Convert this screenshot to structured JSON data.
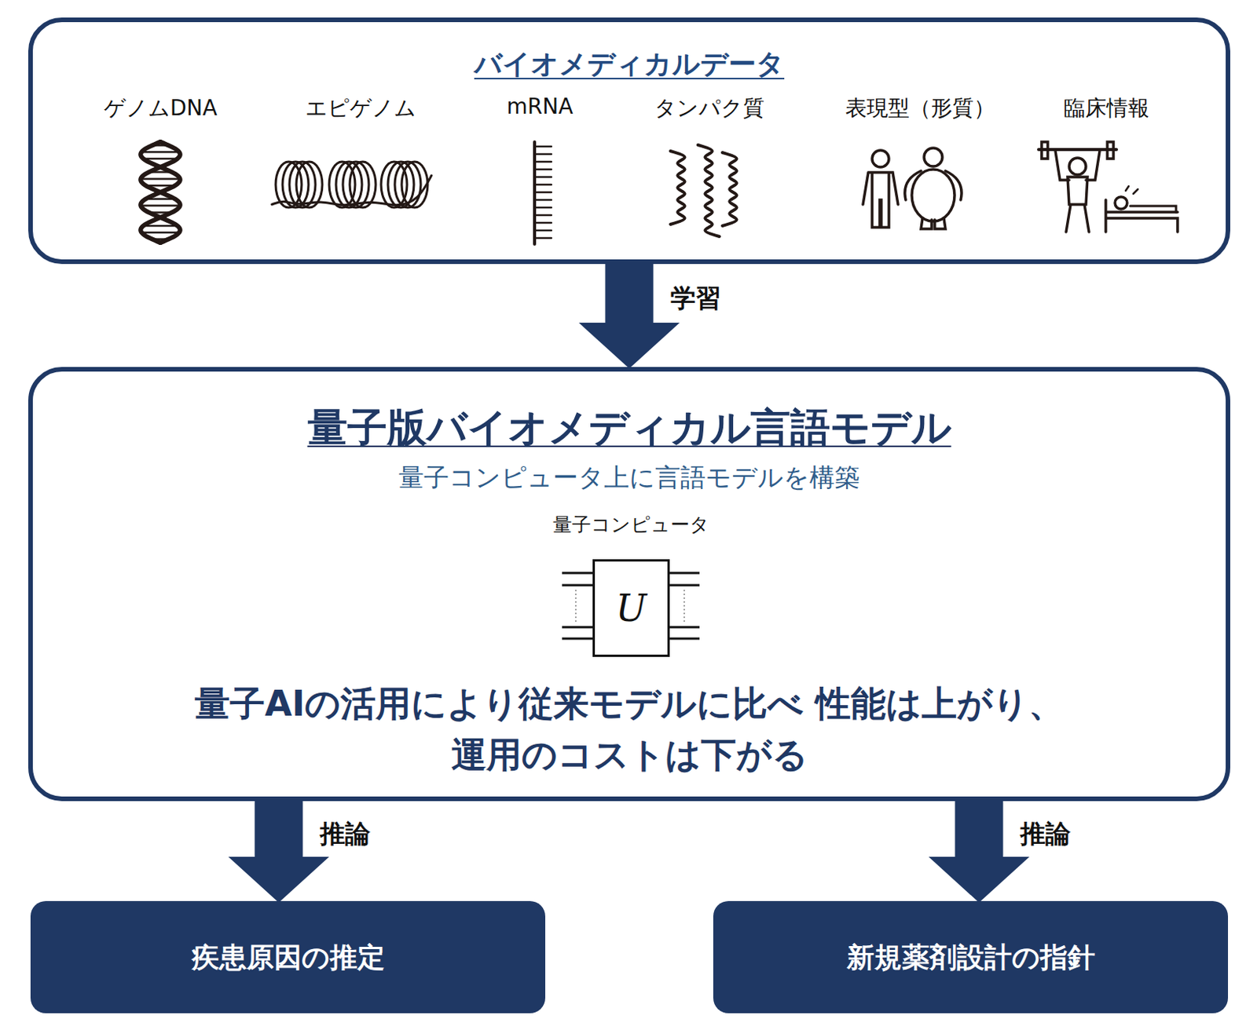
{
  "diagram": {
    "nodes": [
      {
        "text": [
          "バイオメディカルデータ"
        ]
      },
      {
        "text": [
          "量子版バイオメディカル言語モデル",
          "量子コンピュータ上に言語モデルを構築",
          "量子AIの活用により従来モデルに比べ 性能は上がり、運用のコストは下がる"
        ]
      },
      {
        "text": [
          "量子コンピュータ",
          "U"
        ],
        "in": 1
      },
      {
        "text": [
          "疾患原因の推定"
        ]
      },
      {
        "text": [
          "新規薬剤設計の指針"
        ]
      }
    ],
    "edges": [
      {
        "from": 0,
        "to": 1,
        "label": "学習",
        "arrow": "to"
      },
      {
        "from": 1,
        "to": 3,
        "label": "推論",
        "arrow": "to"
      },
      {
        "from": 1,
        "to": 4,
        "label": "推論",
        "arrow": "to"
      }
    ],
    "labels": [
      "ゲノムDNA",
      "エピゲノム",
      "mRNA",
      "タンパク質",
      "表現型（形質）",
      "臨床情報"
    ]
  }
}
